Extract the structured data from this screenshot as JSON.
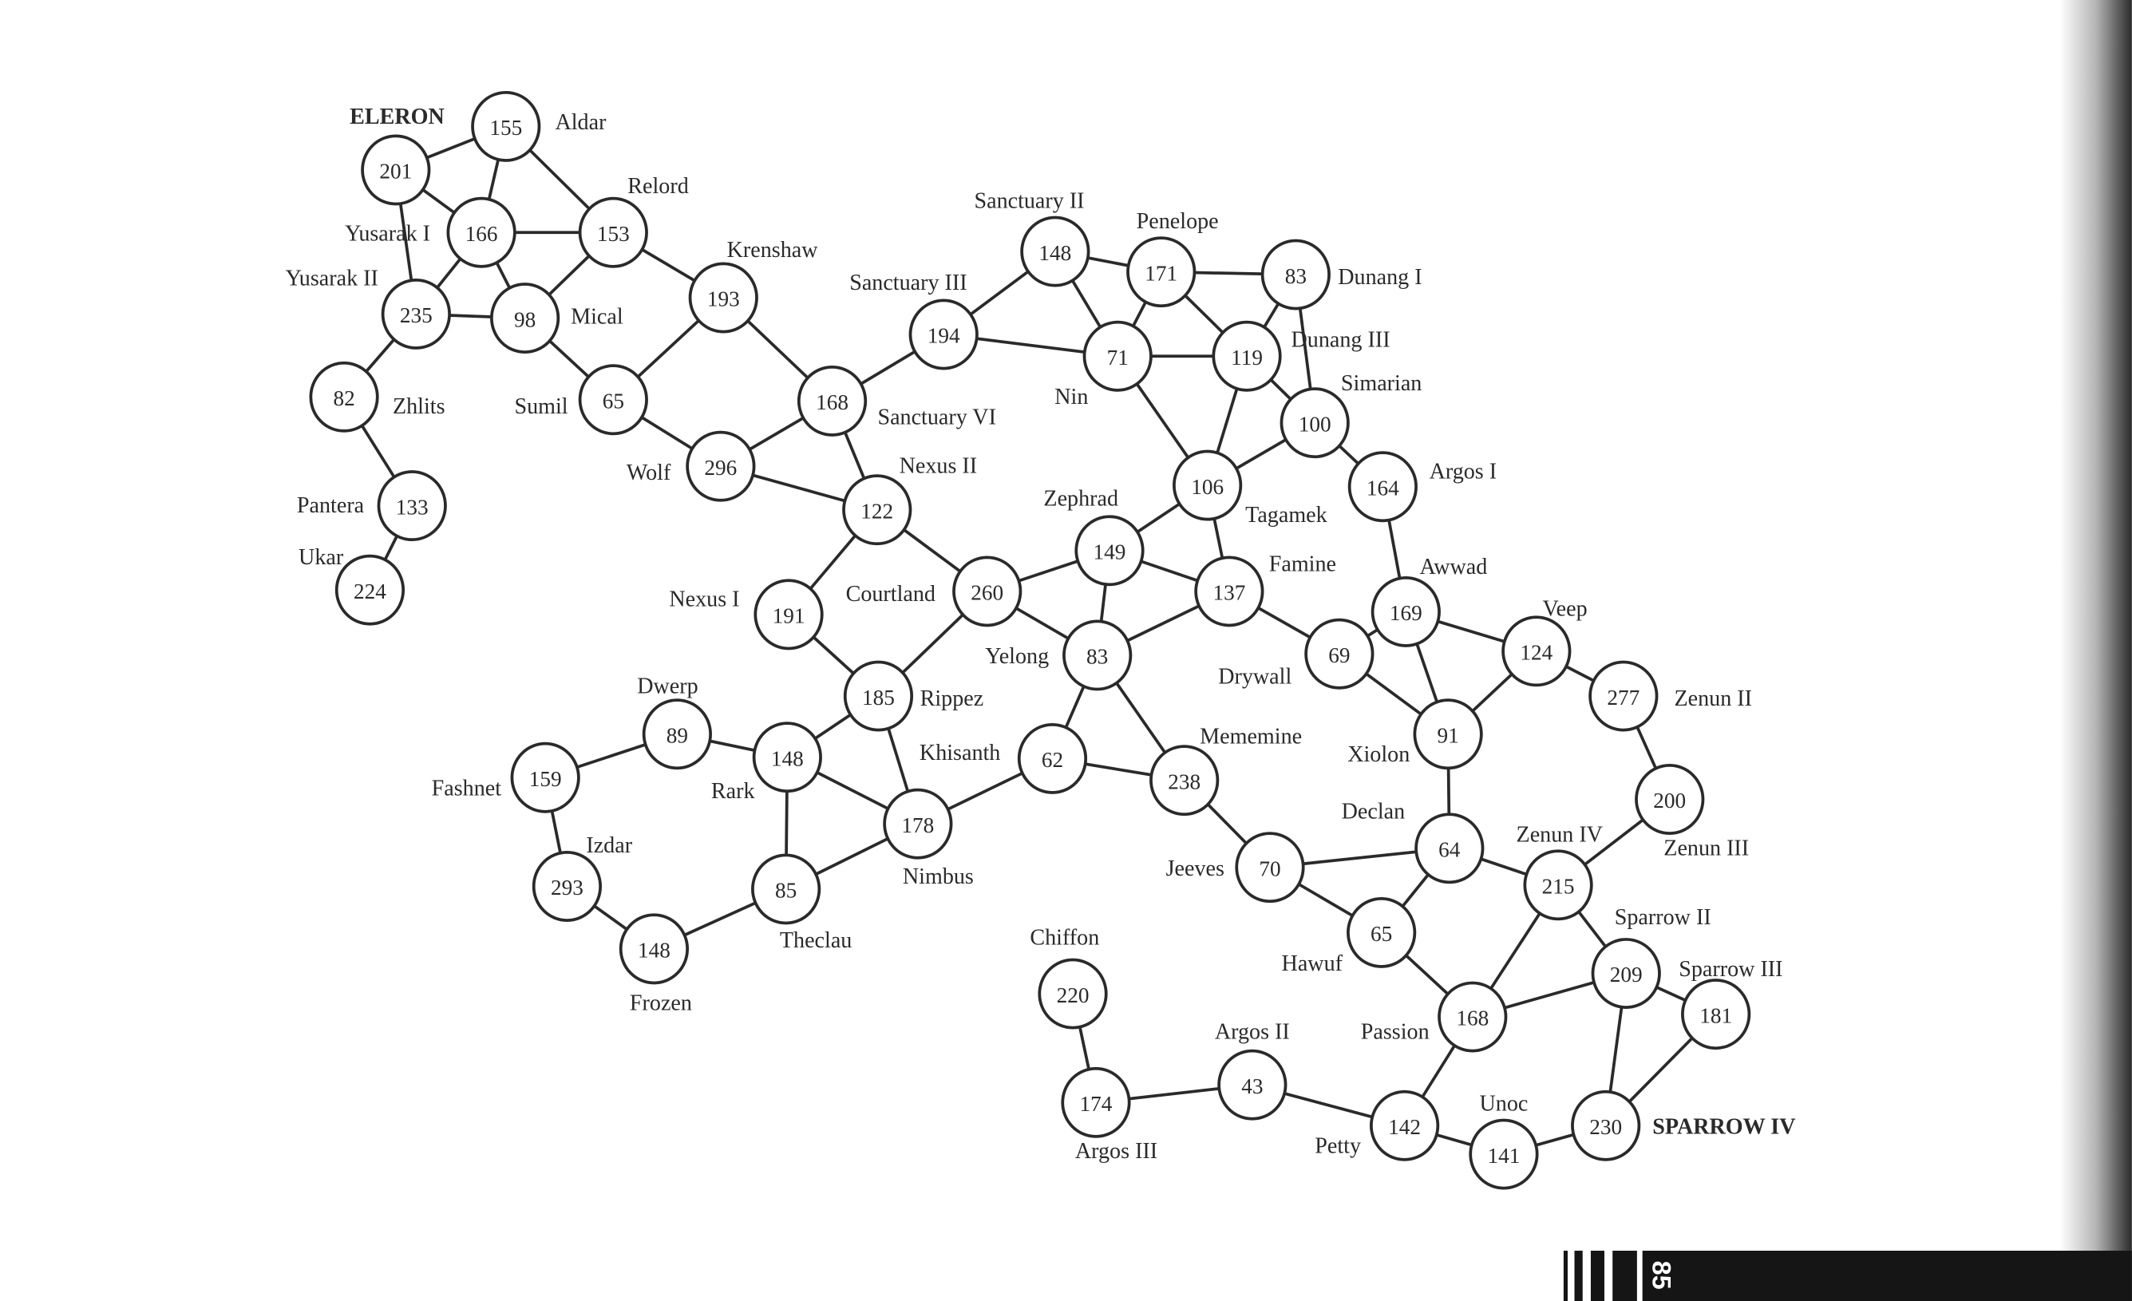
{
  "page_number": "85",
  "graph": {
    "nodes": [
      {
        "id": 1,
        "name": "ELERON",
        "value": "201",
        "capital": true
      },
      {
        "id": 2,
        "name": "Aldar",
        "value": "155"
      },
      {
        "id": 3,
        "name": "Yusarak I",
        "value": "166"
      },
      {
        "id": 4,
        "name": "Relord",
        "value": "153"
      },
      {
        "id": 5,
        "name": "Yusarak II",
        "value": "235"
      },
      {
        "id": 6,
        "name": "Mical",
        "value": "98"
      },
      {
        "id": 7,
        "name": "Zhlits",
        "value": "82"
      },
      {
        "id": 8,
        "name": "Sumil",
        "value": "65"
      },
      {
        "id": 9,
        "name": "Krenshaw",
        "value": "193"
      },
      {
        "id": 10,
        "name": "Pantera",
        "value": "133"
      },
      {
        "id": 11,
        "name": "Ukar",
        "value": "224"
      },
      {
        "id": 12,
        "name": "Wolf",
        "value": "296"
      },
      {
        "id": 13,
        "name": "Sanctuary VI",
        "value": "168"
      },
      {
        "id": 14,
        "name": "Sanctuary III",
        "value": "194"
      },
      {
        "id": 15,
        "name": "Nexus II",
        "value": "122"
      },
      {
        "id": 16,
        "name": "Nexus I",
        "value": "191"
      },
      {
        "id": 17,
        "name": "Courtland",
        "value": "260"
      },
      {
        "id": 18,
        "name": "Rippez",
        "value": "185"
      },
      {
        "id": 19,
        "name": "Dwerp",
        "value": "89"
      },
      {
        "id": 20,
        "name": "Rark",
        "value": "148"
      },
      {
        "id": 21,
        "name": "Fashnet",
        "value": "159"
      },
      {
        "id": 22,
        "name": "Nimbus",
        "value": "178"
      },
      {
        "id": 23,
        "name": "Izdar",
        "value": "293"
      },
      {
        "id": 24,
        "name": "Theclau",
        "value": "85"
      },
      {
        "id": 25,
        "name": "Frozen",
        "value": "148"
      },
      {
        "id": 26,
        "name": "Khisanth",
        "value": "62"
      },
      {
        "id": 27,
        "name": "Yelong",
        "value": "83"
      },
      {
        "id": 28,
        "name": "Mememine",
        "value": "238"
      },
      {
        "id": 29,
        "name": "Zephrad",
        "value": "149"
      },
      {
        "id": 30,
        "name": "Famine",
        "value": "137"
      },
      {
        "id": 31,
        "name": "Tagamek",
        "value": "106"
      },
      {
        "id": 32,
        "name": "Nin",
        "value": "71"
      },
      {
        "id": 33,
        "name": "Sanctuary II",
        "value": "148"
      },
      {
        "id": 34,
        "name": "Penelope",
        "value": "171"
      },
      {
        "id": 35,
        "name": "Dunang I",
        "value": "83"
      },
      {
        "id": 36,
        "name": "Dunang III",
        "value": "119"
      },
      {
        "id": 37,
        "name": "Simarian",
        "value": "100"
      },
      {
        "id": 38,
        "name": "Argos I",
        "value": "164"
      },
      {
        "id": 39,
        "name": "Awwad",
        "value": "169"
      },
      {
        "id": 40,
        "name": "Drywall",
        "value": "69"
      },
      {
        "id": 41,
        "name": "Veep",
        "value": "124"
      },
      {
        "id": 42,
        "name": "Xiolon",
        "value": "91"
      },
      {
        "id": 43,
        "name": "Zenun II",
        "value": "277"
      },
      {
        "id": 44,
        "name": "Zenun III",
        "value": "200"
      },
      {
        "id": 45,
        "name": "Declan",
        "value": "64"
      },
      {
        "id": 46,
        "name": "Jeeves",
        "value": "70"
      },
      {
        "id": 47,
        "name": "Zenun IV",
        "value": "215"
      },
      {
        "id": 48,
        "name": "Hawuf",
        "value": "65"
      },
      {
        "id": 49,
        "name": "Sparrow II",
        "value": "209"
      },
      {
        "id": 50,
        "name": "Sparrow III",
        "value": "181"
      },
      {
        "id": 51,
        "name": "Passion",
        "value": "168"
      },
      {
        "id": 52,
        "name": "Chiffon",
        "value": "220"
      },
      {
        "id": 53,
        "name": "Argos III",
        "value": "174"
      },
      {
        "id": 54,
        "name": "Argos II",
        "value": "43"
      },
      {
        "id": 55,
        "name": "Petty",
        "value": "142"
      },
      {
        "id": 56,
        "name": "Unoc",
        "value": "141"
      },
      {
        "id": 57,
        "name": "SPARROW IV",
        "value": "230",
        "capital": true
      }
    ],
    "edges": [
      [
        1,
        2
      ],
      [
        1,
        3
      ],
      [
        1,
        5
      ],
      [
        2,
        3
      ],
      [
        2,
        4
      ],
      [
        3,
        4
      ],
      [
        3,
        5
      ],
      [
        3,
        6
      ],
      [
        5,
        6
      ],
      [
        4,
        6
      ],
      [
        4,
        9
      ],
      [
        5,
        7
      ],
      [
        6,
        8
      ],
      [
        7,
        10
      ],
      [
        10,
        11
      ],
      [
        8,
        9
      ],
      [
        8,
        12
      ],
      [
        9,
        13
      ],
      [
        12,
        13
      ],
      [
        12,
        15
      ],
      [
        13,
        14
      ],
      [
        13,
        15
      ],
      [
        14,
        33
      ],
      [
        14,
        32
      ],
      [
        33,
        34
      ],
      [
        33,
        32
      ],
      [
        34,
        35
      ],
      [
        34,
        32
      ],
      [
        34,
        36
      ],
      [
        32,
        36
      ],
      [
        35,
        36
      ],
      [
        35,
        37
      ],
      [
        36,
        37
      ],
      [
        36,
        31
      ],
      [
        32,
        31
      ],
      [
        37,
        31
      ],
      [
        37,
        38
      ],
      [
        31,
        29
      ],
      [
        31,
        30
      ],
      [
        15,
        16
      ],
      [
        15,
        17
      ],
      [
        17,
        29
      ],
      [
        17,
        18
      ],
      [
        17,
        27
      ],
      [
        16,
        18
      ],
      [
        29,
        30
      ],
      [
        29,
        27
      ],
      [
        30,
        27
      ],
      [
        30,
        40
      ],
      [
        38,
        39
      ],
      [
        39,
        40
      ],
      [
        39,
        41
      ],
      [
        39,
        42
      ],
      [
        40,
        42
      ],
      [
        41,
        42
      ],
      [
        41,
        43
      ],
      [
        43,
        44
      ],
      [
        44,
        47
      ],
      [
        42,
        45
      ],
      [
        45,
        46
      ],
      [
        45,
        48
      ],
      [
        45,
        47
      ],
      [
        27,
        26
      ],
      [
        27,
        28
      ],
      [
        26,
        28
      ],
      [
        26,
        22
      ],
      [
        28,
        46
      ],
      [
        46,
        48
      ],
      [
        48,
        51
      ],
      [
        47,
        51
      ],
      [
        47,
        49
      ],
      [
        51,
        49
      ],
      [
        49,
        50
      ],
      [
        49,
        57
      ],
      [
        50,
        57
      ],
      [
        51,
        55
      ],
      [
        18,
        20
      ],
      [
        18,
        22
      ],
      [
        20,
        19
      ],
      [
        20,
        22
      ],
      [
        20,
        24
      ],
      [
        19,
        21
      ],
      [
        21,
        23
      ],
      [
        23,
        25
      ],
      [
        25,
        24
      ],
      [
        24,
        22
      ],
      [
        52,
        53
      ],
      [
        53,
        54
      ],
      [
        54,
        55
      ],
      [
        55,
        56
      ],
      [
        56,
        57
      ]
    ]
  }
}
